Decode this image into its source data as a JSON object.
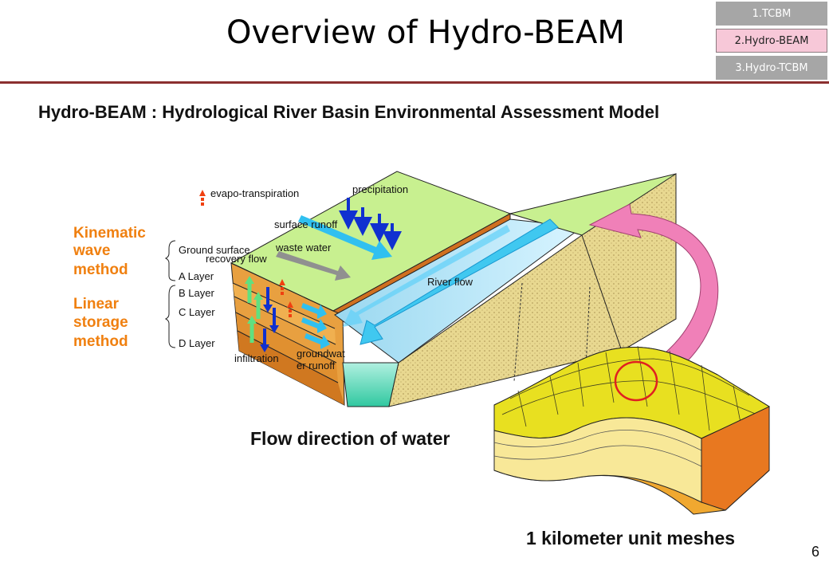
{
  "header": {
    "title": "Overview of Hydro-BEAM",
    "nav": [
      {
        "label": "1.TCBM",
        "active": false
      },
      {
        "label": "2.Hydro-BEAM",
        "active": true
      },
      {
        "label": "3.Hydro-TCBM",
        "active": false
      }
    ]
  },
  "subtitle": "Hydro-BEAM : Hydrological River Basin Environmental Assessment Model",
  "diagram": {
    "methods": {
      "kinematic": [
        "Kinematic",
        "wave",
        "method"
      ],
      "linear": [
        "Linear",
        "storage",
        "method"
      ]
    },
    "layers": [
      "Ground surface",
      "A Layer",
      "B Layer",
      "C Layer",
      "D Layer"
    ],
    "processes": {
      "evapo": "evapo-transpiration",
      "precip": "precipitation",
      "surface_runoff": "surface runoff",
      "waste_water": "waste water",
      "recovery_flow": "recovery flow",
      "river_flow": "River flow",
      "infiltration": "infiltration",
      "groundwater_1": "groundwat",
      "groundwater_2": "er runoff"
    },
    "caption_flow": "Flow direction of water",
    "caption_mesh": "1 kilometer unit meshes"
  },
  "page_number": "6"
}
